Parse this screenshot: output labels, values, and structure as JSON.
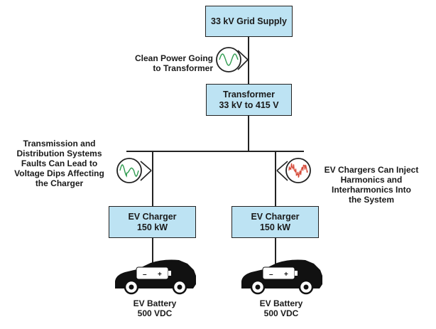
{
  "grid_supply": {
    "label": "33 kV Grid Supply"
  },
  "transformer": {
    "line1": "Transformer",
    "line2": "33 kV to 415 V"
  },
  "clean_power": {
    "line1": "Clean Power Going",
    "line2": "to Transformer"
  },
  "voltage_dips": {
    "line1": "Transmission and",
    "line2": "Distribution Systems",
    "line3": "Faults Can Lead to",
    "line4": "Voltage Dips Affecting",
    "line5": "the Charger"
  },
  "harmonics": {
    "line1": "EV Chargers Can Inject",
    "line2": "Harmonics and",
    "line3": "Interharmonics Into",
    "line4": "the System"
  },
  "charger_left": {
    "line1": "EV Charger",
    "line2": "150 kW"
  },
  "charger_right": {
    "line1": "EV Charger",
    "line2": "150 kW"
  },
  "battery_left": {
    "line1": "EV Battery",
    "line2": "500 VDC"
  },
  "battery_right": {
    "line1": "EV Battery",
    "line2": "500 VDC"
  },
  "battery_symbols": {
    "minus": "–",
    "plus": "+"
  },
  "colors": {
    "box_fill": "#bde3f3",
    "line": "#222222",
    "green_wave": "#2e9b4f",
    "red_wave": "#d64b3a"
  }
}
